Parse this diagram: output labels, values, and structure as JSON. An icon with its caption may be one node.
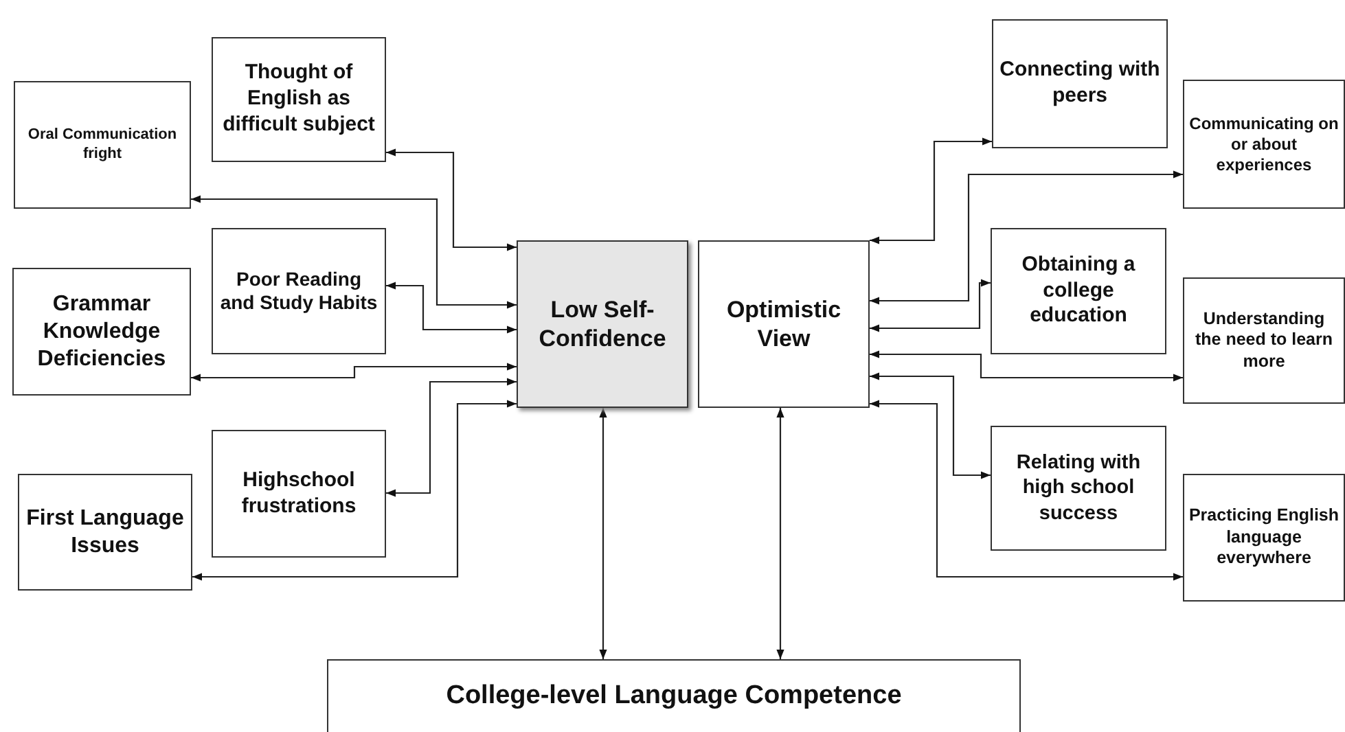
{
  "diagram": {
    "nodes": [
      {
        "text": [
          "Oral Communication fright"
        ]
      },
      {
        "text": [
          "Thought of English as difficult subject"
        ]
      },
      {
        "text": [
          "Poor Reading and Study Habits"
        ]
      },
      {
        "text": [
          "Grammar Knowledge Deficiencies"
        ]
      },
      {
        "text": [
          "Highschool frustrations"
        ]
      },
      {
        "text": [
          "First Language Issues"
        ]
      },
      {
        "text": [
          "Low Self-Confidence"
        ]
      },
      {
        "text": [
          "Optimistic View"
        ]
      },
      {
        "text": [
          "Connecting with peers"
        ]
      },
      {
        "text": [
          "Communicating on or about experiences"
        ]
      },
      {
        "text": [
          "Obtaining a college education"
        ]
      },
      {
        "text": [
          "Understanding the need to learn more"
        ]
      },
      {
        "text": [
          "Relating with high school success"
        ]
      },
      {
        "text": [
          "Practicing English language everywhere"
        ]
      },
      {
        "text": [
          "College-level Language Competence"
        ]
      }
    ],
    "edges": [
      {
        "from": 6,
        "to": 1,
        "arrow": "both"
      },
      {
        "from": 6,
        "to": 0,
        "arrow": "both"
      },
      {
        "from": 6,
        "to": 2,
        "arrow": "both"
      },
      {
        "from": 6,
        "to": 3,
        "arrow": "both"
      },
      {
        "from": 6,
        "to": 4,
        "arrow": "both"
      },
      {
        "from": 6,
        "to": 5,
        "arrow": "both"
      },
      {
        "from": 7,
        "to": 8,
        "arrow": "both"
      },
      {
        "from": 7,
        "to": 9,
        "arrow": "both"
      },
      {
        "from": 7,
        "to": 10,
        "arrow": "both"
      },
      {
        "from": 7,
        "to": 11,
        "arrow": "both"
      },
      {
        "from": 7,
        "to": 12,
        "arrow": "both"
      },
      {
        "from": 7,
        "to": 13,
        "arrow": "both"
      },
      {
        "from": 6,
        "to": 14,
        "arrow": "both"
      },
      {
        "from": 7,
        "to": 14,
        "arrow": "both"
      }
    ]
  }
}
